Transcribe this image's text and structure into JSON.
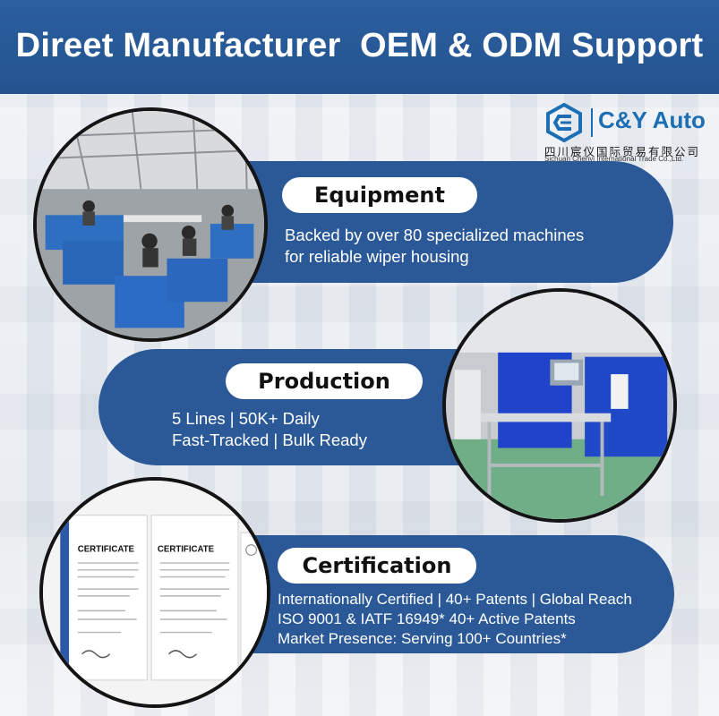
{
  "header": {
    "title": "Direet Manufacturer  OEM & ODM Support"
  },
  "logo": {
    "name": "C&Y Auto",
    "cn": "四川宸仪国际贸易有限公司",
    "en": "Sichuan Chenyi International Trade Co.,Ltd."
  },
  "sections": [
    {
      "tag": "Equipment",
      "lines": [
        "Backed by over 80 specialized machines",
        "for reliable wiper housing"
      ]
    },
    {
      "tag": "Production",
      "lines": [
        "5 Lines | 50K+ Daily",
        "Fast-Tracked | Bulk Ready"
      ]
    },
    {
      "tag": "Certification",
      "lines": [
        "Internationally Certified | 40+ Patents | Global Reach",
        "ISO 9001 & IATF 16949* 40+ Active Patents",
        "Market Presence: Serving 100+ Countries*"
      ]
    }
  ],
  "certificates": {
    "title": "CERTIFICATE"
  },
  "colors": {
    "header": "#2b5fa0",
    "pill": "#2b5998",
    "logo": "#1c6fb5"
  }
}
